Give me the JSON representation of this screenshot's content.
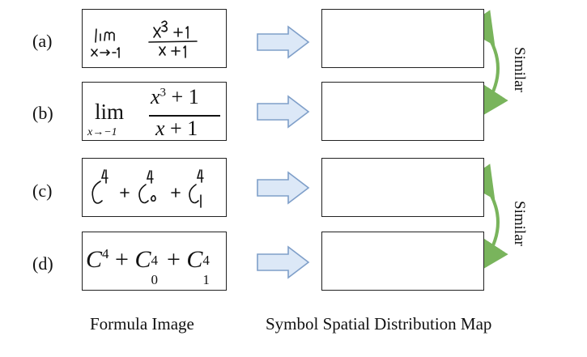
{
  "rows": [
    {
      "label": "(a)",
      "formula_style": "handwritten",
      "formula_text": "lim x→-1 (x³+1)/(x+1)"
    },
    {
      "label": "(b)",
      "formula_style": "typeset",
      "formula_text": "lim x→−1 (x³+1)/(x+1)"
    },
    {
      "label": "(c)",
      "formula_style": "handwritten",
      "formula_text": "C⁴ + C₀⁴ + C₁⁴"
    },
    {
      "label": "(d)",
      "formula_style": "typeset",
      "formula_text": "C⁴ + C₀⁴ + C₁⁴"
    }
  ],
  "captions": {
    "left": "Formula Image",
    "right": "Symbol Spatial Distribution Map"
  },
  "similar_label": "Similar",
  "colors": {
    "arrow_fill": "#dce8f7",
    "arrow_stroke": "#7f9fc9",
    "dot": "#ee5555",
    "bracket": "#79b45c"
  }
}
